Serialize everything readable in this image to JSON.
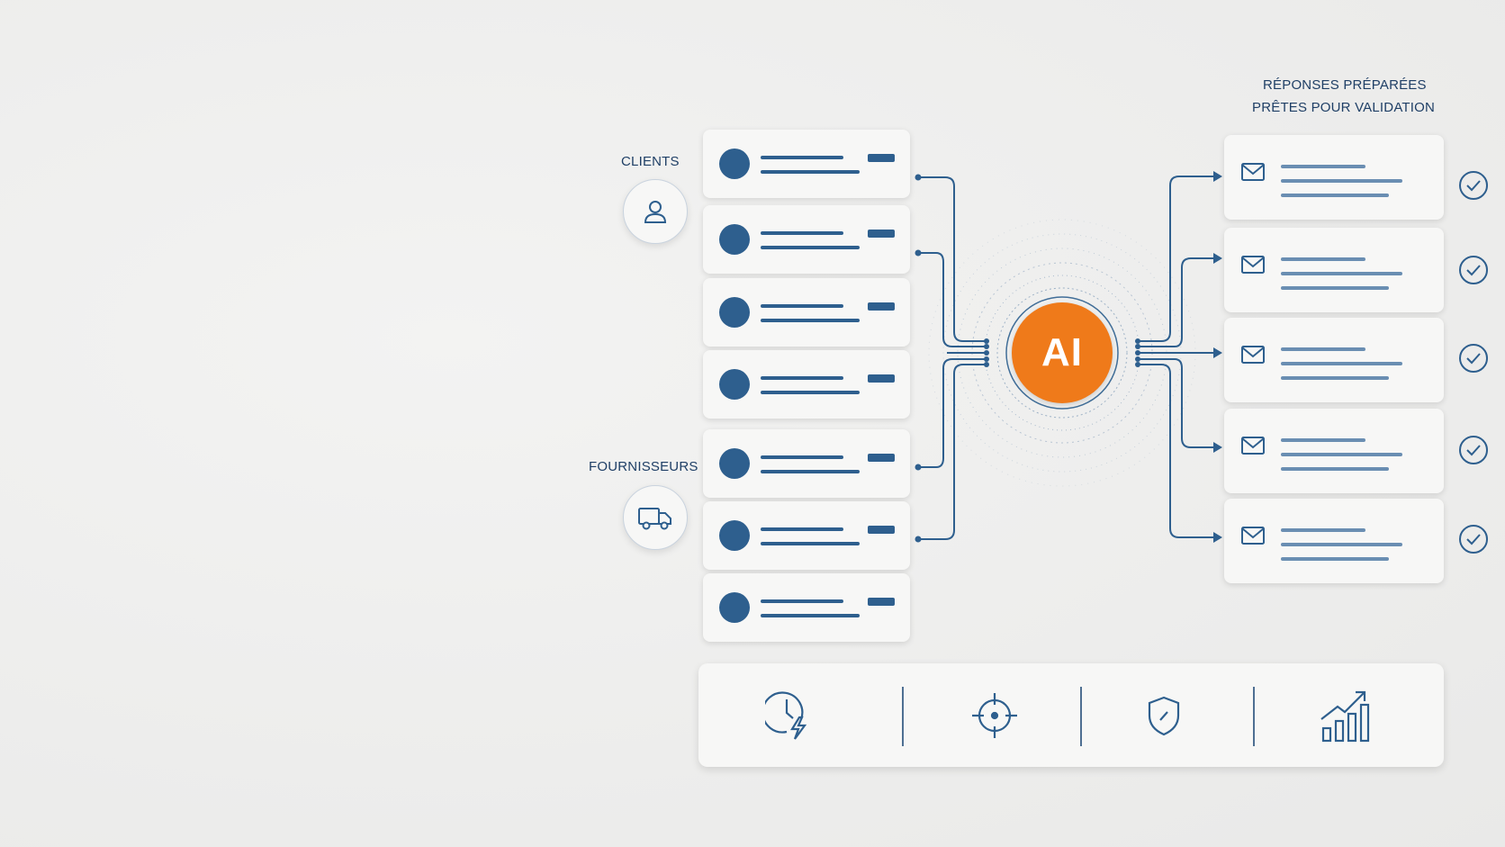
{
  "labels": {
    "clients": "CLIENTS",
    "fournisseurs": "FOURNISSEURS",
    "responses_line1": "RÉPONSES PRÉPARÉES",
    "responses_line2": "PRÊTES POUR VALIDATION"
  },
  "ai": {
    "label": "AI"
  },
  "icons": {
    "clients": "person-icon",
    "fournisseurs": "delivery-truck-icon",
    "messages": "envelope-icon",
    "validation": "checkmark-circle-icon",
    "benefits": [
      "clock-lightning-icon",
      "target-crosshair-icon",
      "shield-icon",
      "growth-chart-icon"
    ]
  },
  "counts": {
    "incoming_messages": 7,
    "prepared_responses": 5
  },
  "colors": {
    "accent": "#ef7a1a",
    "primary": "#2e5f8e",
    "background": "#efefee"
  }
}
